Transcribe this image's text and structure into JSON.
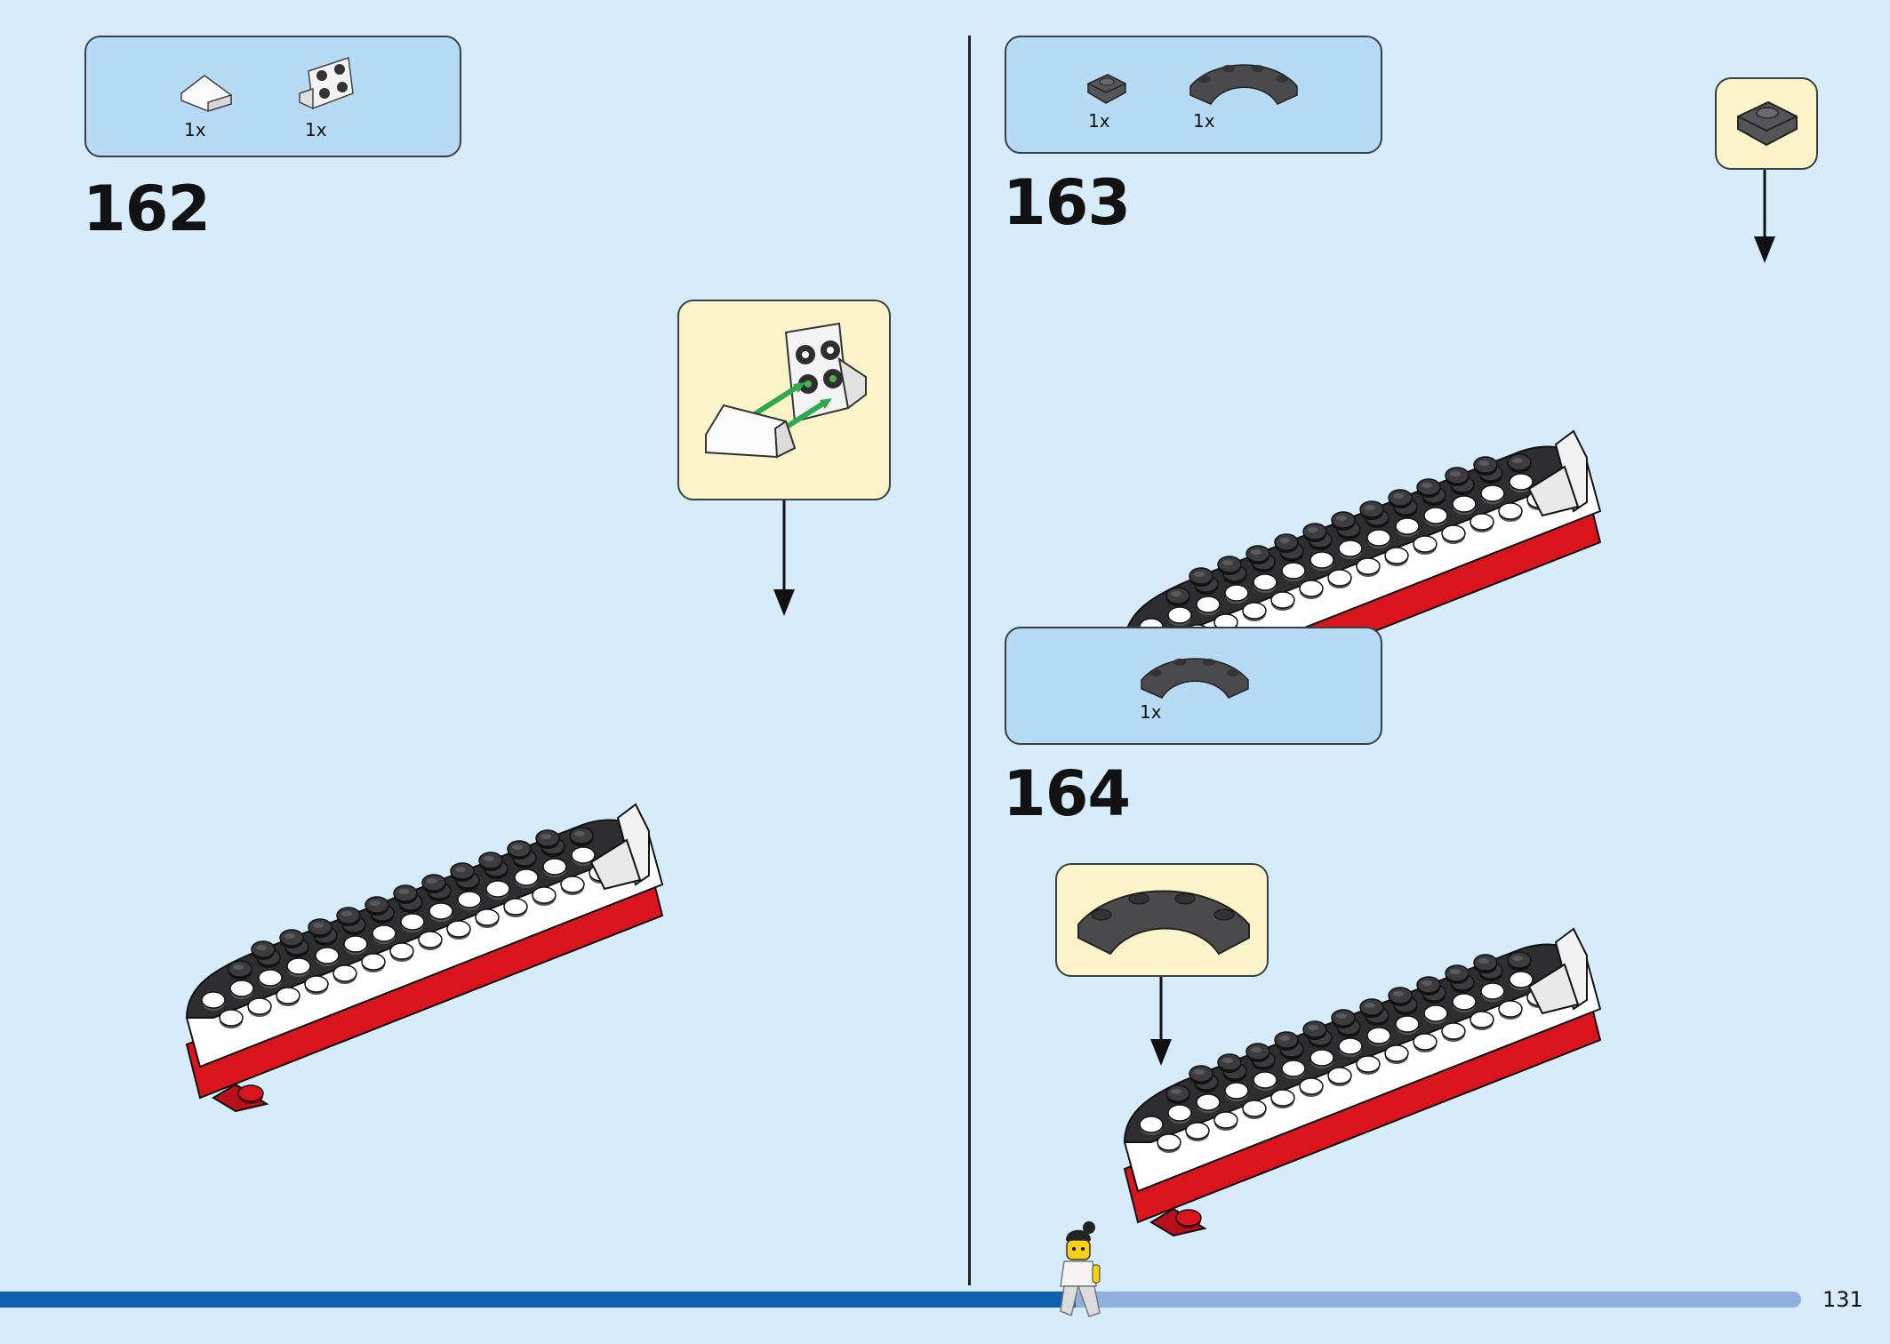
{
  "steps": [
    {
      "number": "162",
      "parts": [
        {
          "qty": "1x",
          "icon": "white-slope-icon"
        },
        {
          "qty": "1x",
          "icon": "white-bracket-plate-icon"
        }
      ]
    },
    {
      "number": "163",
      "parts": [
        {
          "qty": "1x",
          "icon": "dark-grey-plate-1x1-icon"
        },
        {
          "qty": "1x",
          "icon": "dark-grey-curved-plate-icon"
        }
      ]
    },
    {
      "number": "164",
      "parts": [
        {
          "qty": "1x",
          "icon": "dark-grey-curved-plate-icon"
        }
      ]
    }
  ],
  "page": {
    "number": "131"
  },
  "colors": {
    "background": "#d6ecfb",
    "parts_box": "#b7dbf5",
    "callout": "#fcf4c9",
    "progress_fill": "#0e5fb0",
    "progress_track": "#8fb0de",
    "brick_red": "#d9141c",
    "brick_black": "#2e2e30",
    "brick_white": "#ffffff"
  },
  "progress": {
    "fraction": 0.597
  }
}
